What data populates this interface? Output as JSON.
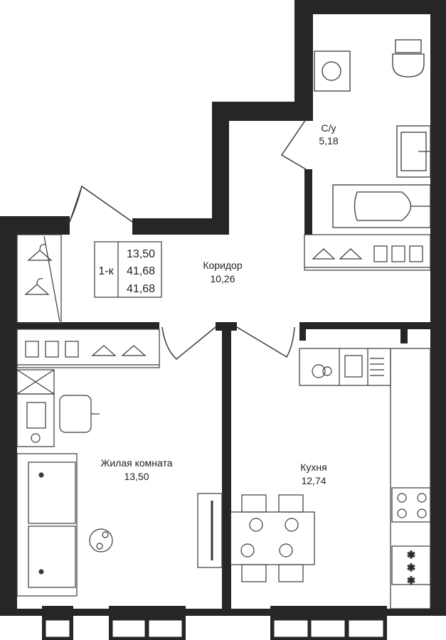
{
  "apartment": {
    "type": "1-к",
    "living_area": "13,50",
    "total_area": "41,68",
    "area_with_balcony": "41,68"
  },
  "rooms": {
    "bathroom": {
      "name": "С/у",
      "area": "5,18"
    },
    "corridor": {
      "name": "Коридор",
      "area": "10,26"
    },
    "living": {
      "name": "Жилая комната",
      "area": "13,50"
    },
    "kitchen": {
      "name": "Кухня",
      "area": "12,74"
    }
  },
  "colors": {
    "wall": "#262626",
    "line": "#3a3a3a",
    "background": "#ffffff"
  }
}
